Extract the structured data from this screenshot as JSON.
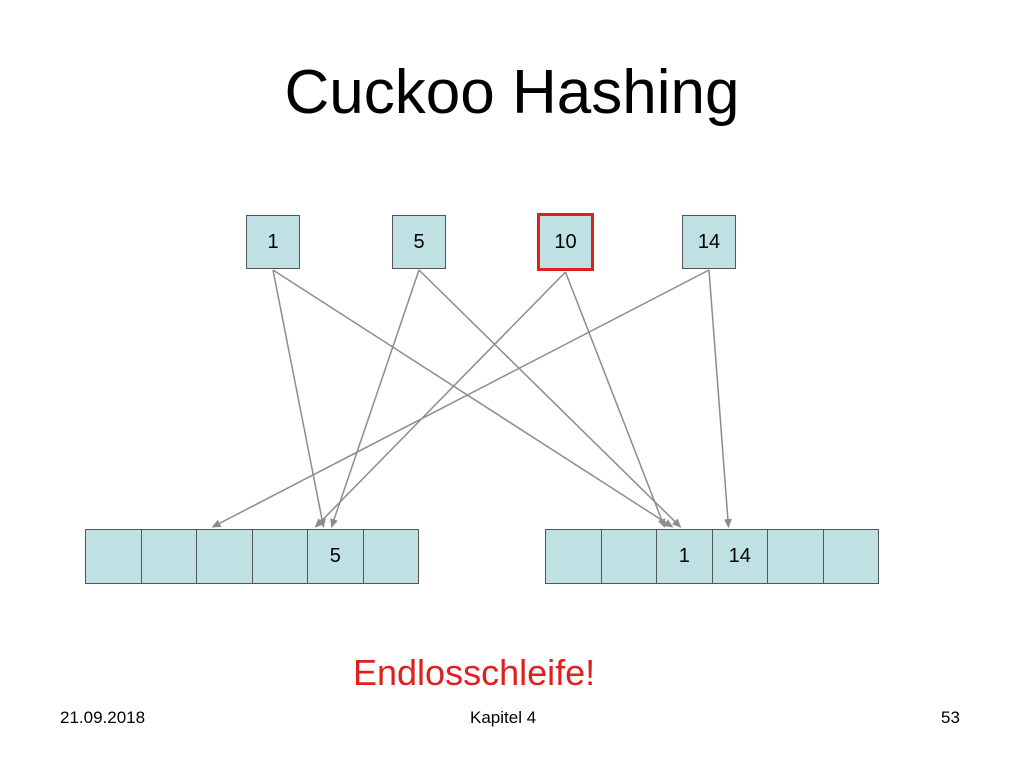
{
  "slide": {
    "title": "Cuckoo Hashing",
    "status": "Endlosschleife!",
    "footer": {
      "date": "21.09.2018",
      "chapter": "Kapitel 4",
      "page": "53"
    }
  },
  "keys": [
    {
      "label": "1",
      "highlighted": false
    },
    {
      "label": "5",
      "highlighted": false
    },
    {
      "label": "10",
      "highlighted": true
    },
    {
      "label": "14",
      "highlighted": false
    }
  ],
  "table1": [
    "",
    "",
    "",
    "",
    "5",
    ""
  ],
  "table2": [
    "",
    "",
    "1",
    "14",
    "",
    ""
  ],
  "edges": [
    {
      "key": 0,
      "table": 1,
      "slot": 4
    },
    {
      "key": 0,
      "table": 2,
      "slot": 2
    },
    {
      "key": 1,
      "table": 1,
      "slot": 4
    },
    {
      "key": 1,
      "table": 2,
      "slot": 2
    },
    {
      "key": 2,
      "table": 1,
      "slot": 4
    },
    {
      "key": 2,
      "table": 2,
      "slot": 2
    },
    {
      "key": 3,
      "table": 1,
      "slot": 2
    },
    {
      "key": 3,
      "table": 2,
      "slot": 3
    }
  ],
  "colors": {
    "highlight": "#e0201f",
    "cell": "#bfe1e4",
    "arrow": "#8c8c8c"
  }
}
